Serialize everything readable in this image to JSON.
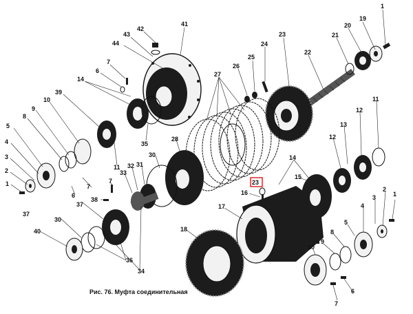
{
  "figure": {
    "caption": "Рис. 76. Муфта соединительная",
    "highlighted_label": "23"
  },
  "labels": [
    {
      "id": "L1a",
      "text": "1"
    },
    {
      "id": "L19",
      "text": "19"
    },
    {
      "id": "L20",
      "text": "20"
    },
    {
      "id": "L21",
      "text": "21"
    },
    {
      "id": "L22",
      "text": "22"
    },
    {
      "id": "L23a",
      "text": "23"
    },
    {
      "id": "L24",
      "text": "24"
    },
    {
      "id": "L25",
      "text": "25"
    },
    {
      "id": "L26",
      "text": "26"
    },
    {
      "id": "L27",
      "text": "27"
    },
    {
      "id": "L41",
      "text": "41"
    },
    {
      "id": "L42",
      "text": "42"
    },
    {
      "id": "L43",
      "text": "43"
    },
    {
      "id": "L44",
      "text": "44"
    },
    {
      "id": "L7a",
      "text": "7"
    },
    {
      "id": "L6a",
      "text": "6"
    },
    {
      "id": "L14a",
      "text": "14"
    },
    {
      "id": "L39",
      "text": "39"
    },
    {
      "id": "L10a",
      "text": "10"
    },
    {
      "id": "L9a",
      "text": "9"
    },
    {
      "id": "L8a",
      "text": "8"
    },
    {
      "id": "L5a",
      "text": "5"
    },
    {
      "id": "L4a",
      "text": "4"
    },
    {
      "id": "L3a",
      "text": "3"
    },
    {
      "id": "L2a",
      "text": "2"
    },
    {
      "id": "L1b",
      "text": "1"
    },
    {
      "id": "L11a",
      "text": "11"
    },
    {
      "id": "L7b",
      "text": "7"
    },
    {
      "id": "L6b",
      "text": "6"
    },
    {
      "id": "L35",
      "text": "35"
    },
    {
      "id": "L28",
      "text": "28"
    },
    {
      "id": "L30a",
      "text": "30"
    },
    {
      "id": "L31",
      "text": "31"
    },
    {
      "id": "L32",
      "text": "32"
    },
    {
      "id": "L33",
      "text": "33"
    },
    {
      "id": "L7c",
      "text": "7"
    },
    {
      "id": "L38",
      "text": "38"
    },
    {
      "id": "L37a",
      "text": "37"
    },
    {
      "id": "L37b",
      "text": "37"
    },
    {
      "id": "L30b",
      "text": "30"
    },
    {
      "id": "L40",
      "text": "40"
    },
    {
      "id": "L36",
      "text": "36"
    },
    {
      "id": "L34",
      "text": "34"
    },
    {
      "id": "L11b",
      "text": "11"
    },
    {
      "id": "L12a",
      "text": "12"
    },
    {
      "id": "L13",
      "text": "13"
    },
    {
      "id": "L12b",
      "text": "12"
    },
    {
      "id": "L14b",
      "text": "14"
    },
    {
      "id": "L15",
      "text": "15"
    },
    {
      "id": "L16",
      "text": "16"
    },
    {
      "id": "L17",
      "text": "17"
    },
    {
      "id": "L18",
      "text": "18"
    },
    {
      "id": "L23b",
      "text": "23"
    },
    {
      "id": "L1c",
      "text": "1"
    },
    {
      "id": "L2b",
      "text": "2"
    },
    {
      "id": "L3b",
      "text": "3"
    },
    {
      "id": "L4b",
      "text": "4"
    },
    {
      "id": "L5b",
      "text": "5"
    },
    {
      "id": "L8b",
      "text": "8"
    },
    {
      "id": "L9b",
      "text": "9"
    },
    {
      "id": "L10b",
      "text": "10"
    },
    {
      "id": "L7d",
      "text": "7"
    },
    {
      "id": "L6c",
      "text": "6"
    }
  ]
}
